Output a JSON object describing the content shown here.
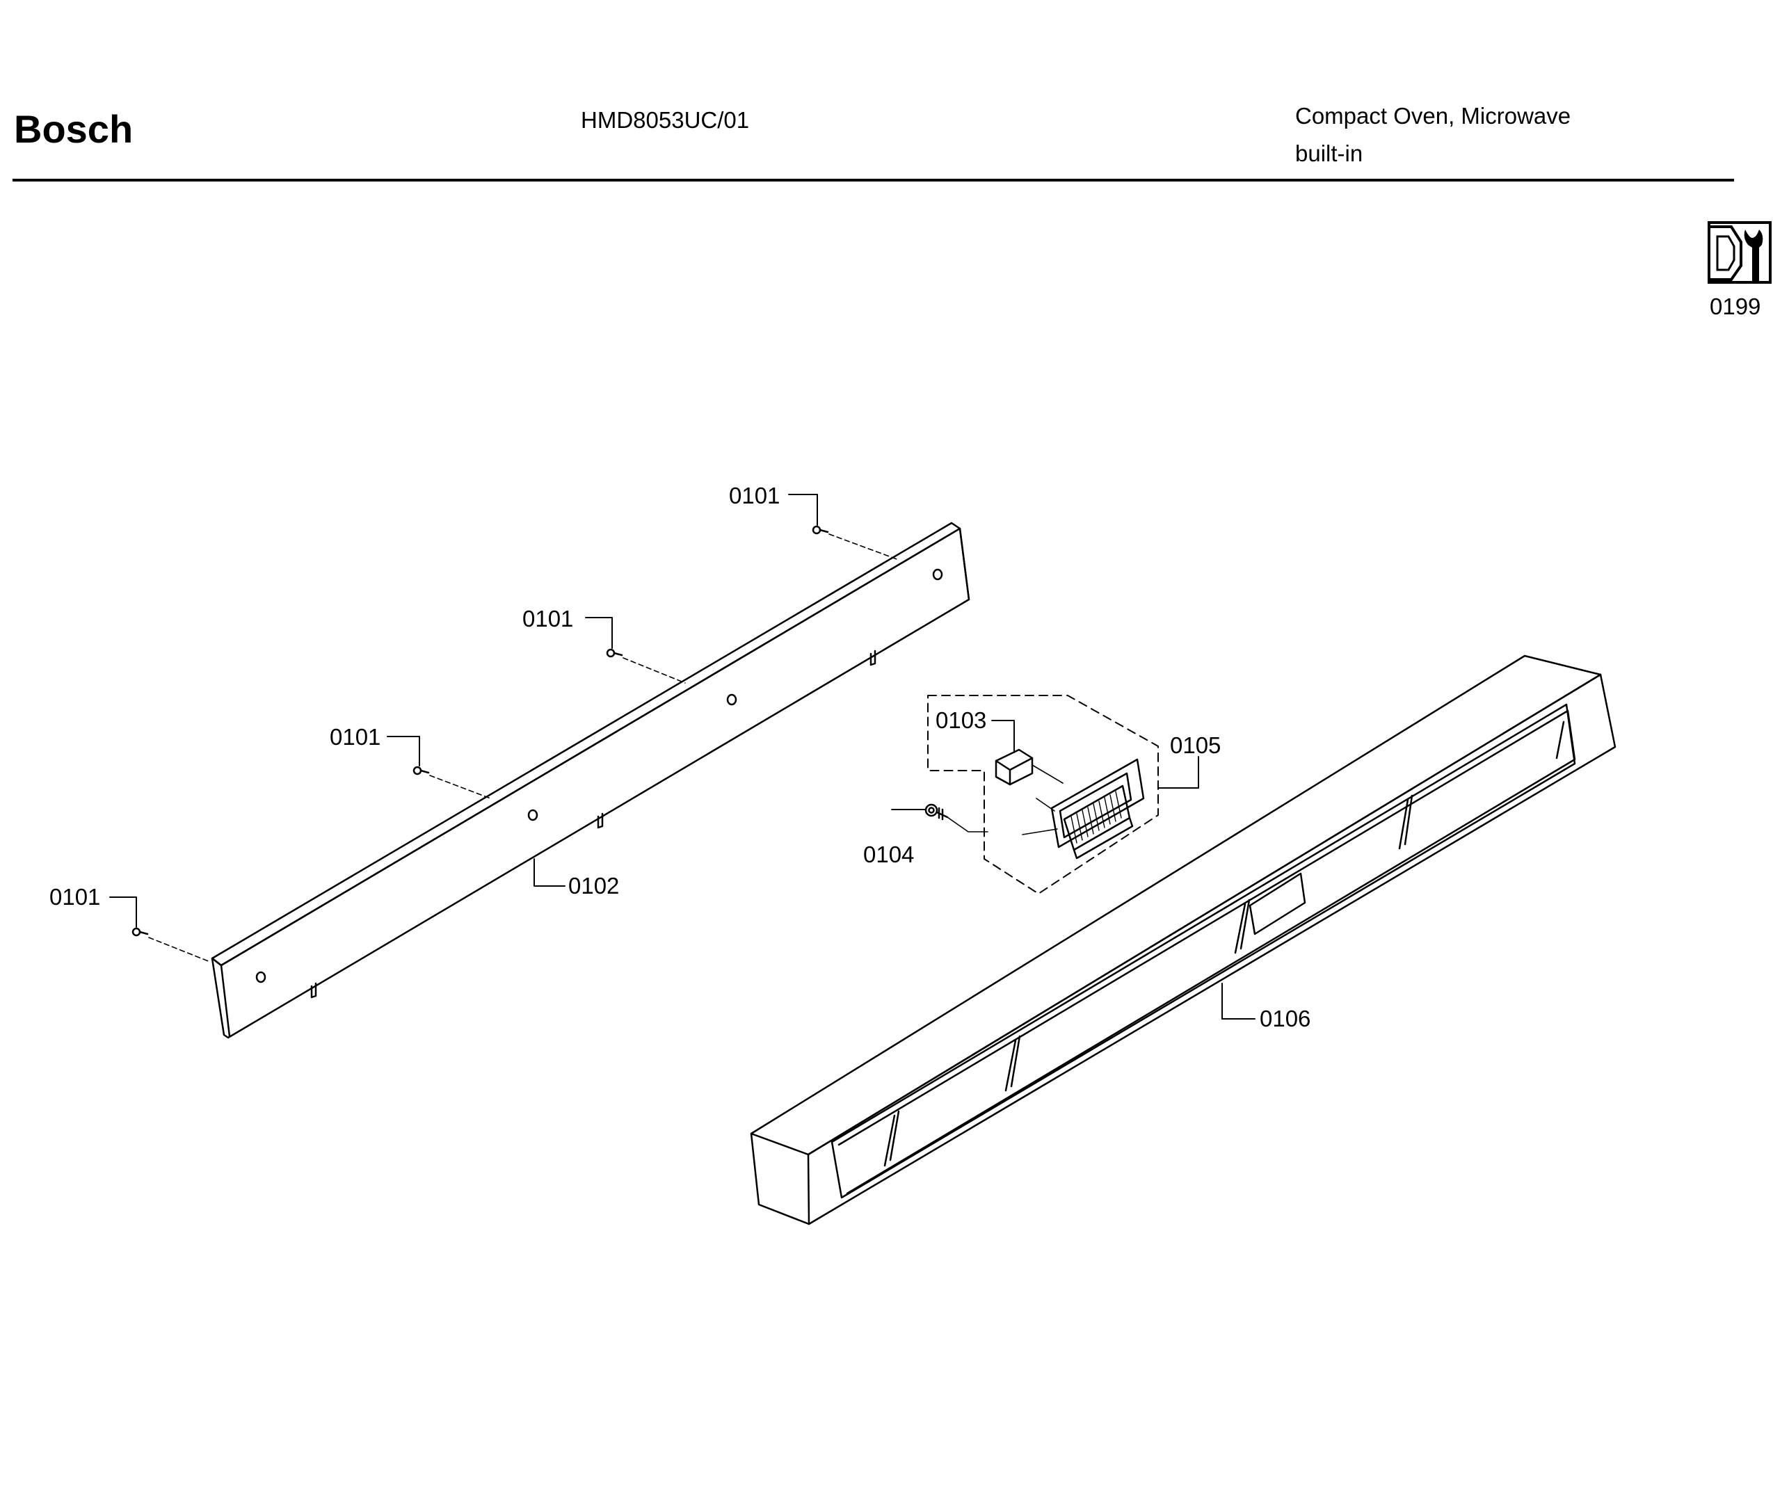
{
  "header": {
    "brand": "Bosch",
    "model": "HMD8053UC/01",
    "description_line1": "Compact Oven, Microwave",
    "description_line2": "built-in"
  },
  "tool_reference": {
    "label": "0199",
    "icon": "nut-and-wrench-icon"
  },
  "callouts": {
    "screw_top": "0101",
    "screw_upper_mid": "0101",
    "screw_lower_mid": "0101",
    "screw_left": "0101",
    "trim_strip": "0102",
    "module_part": "0103",
    "module_screw": "0104",
    "module_assembly": "0105",
    "control_panel": "0106"
  }
}
